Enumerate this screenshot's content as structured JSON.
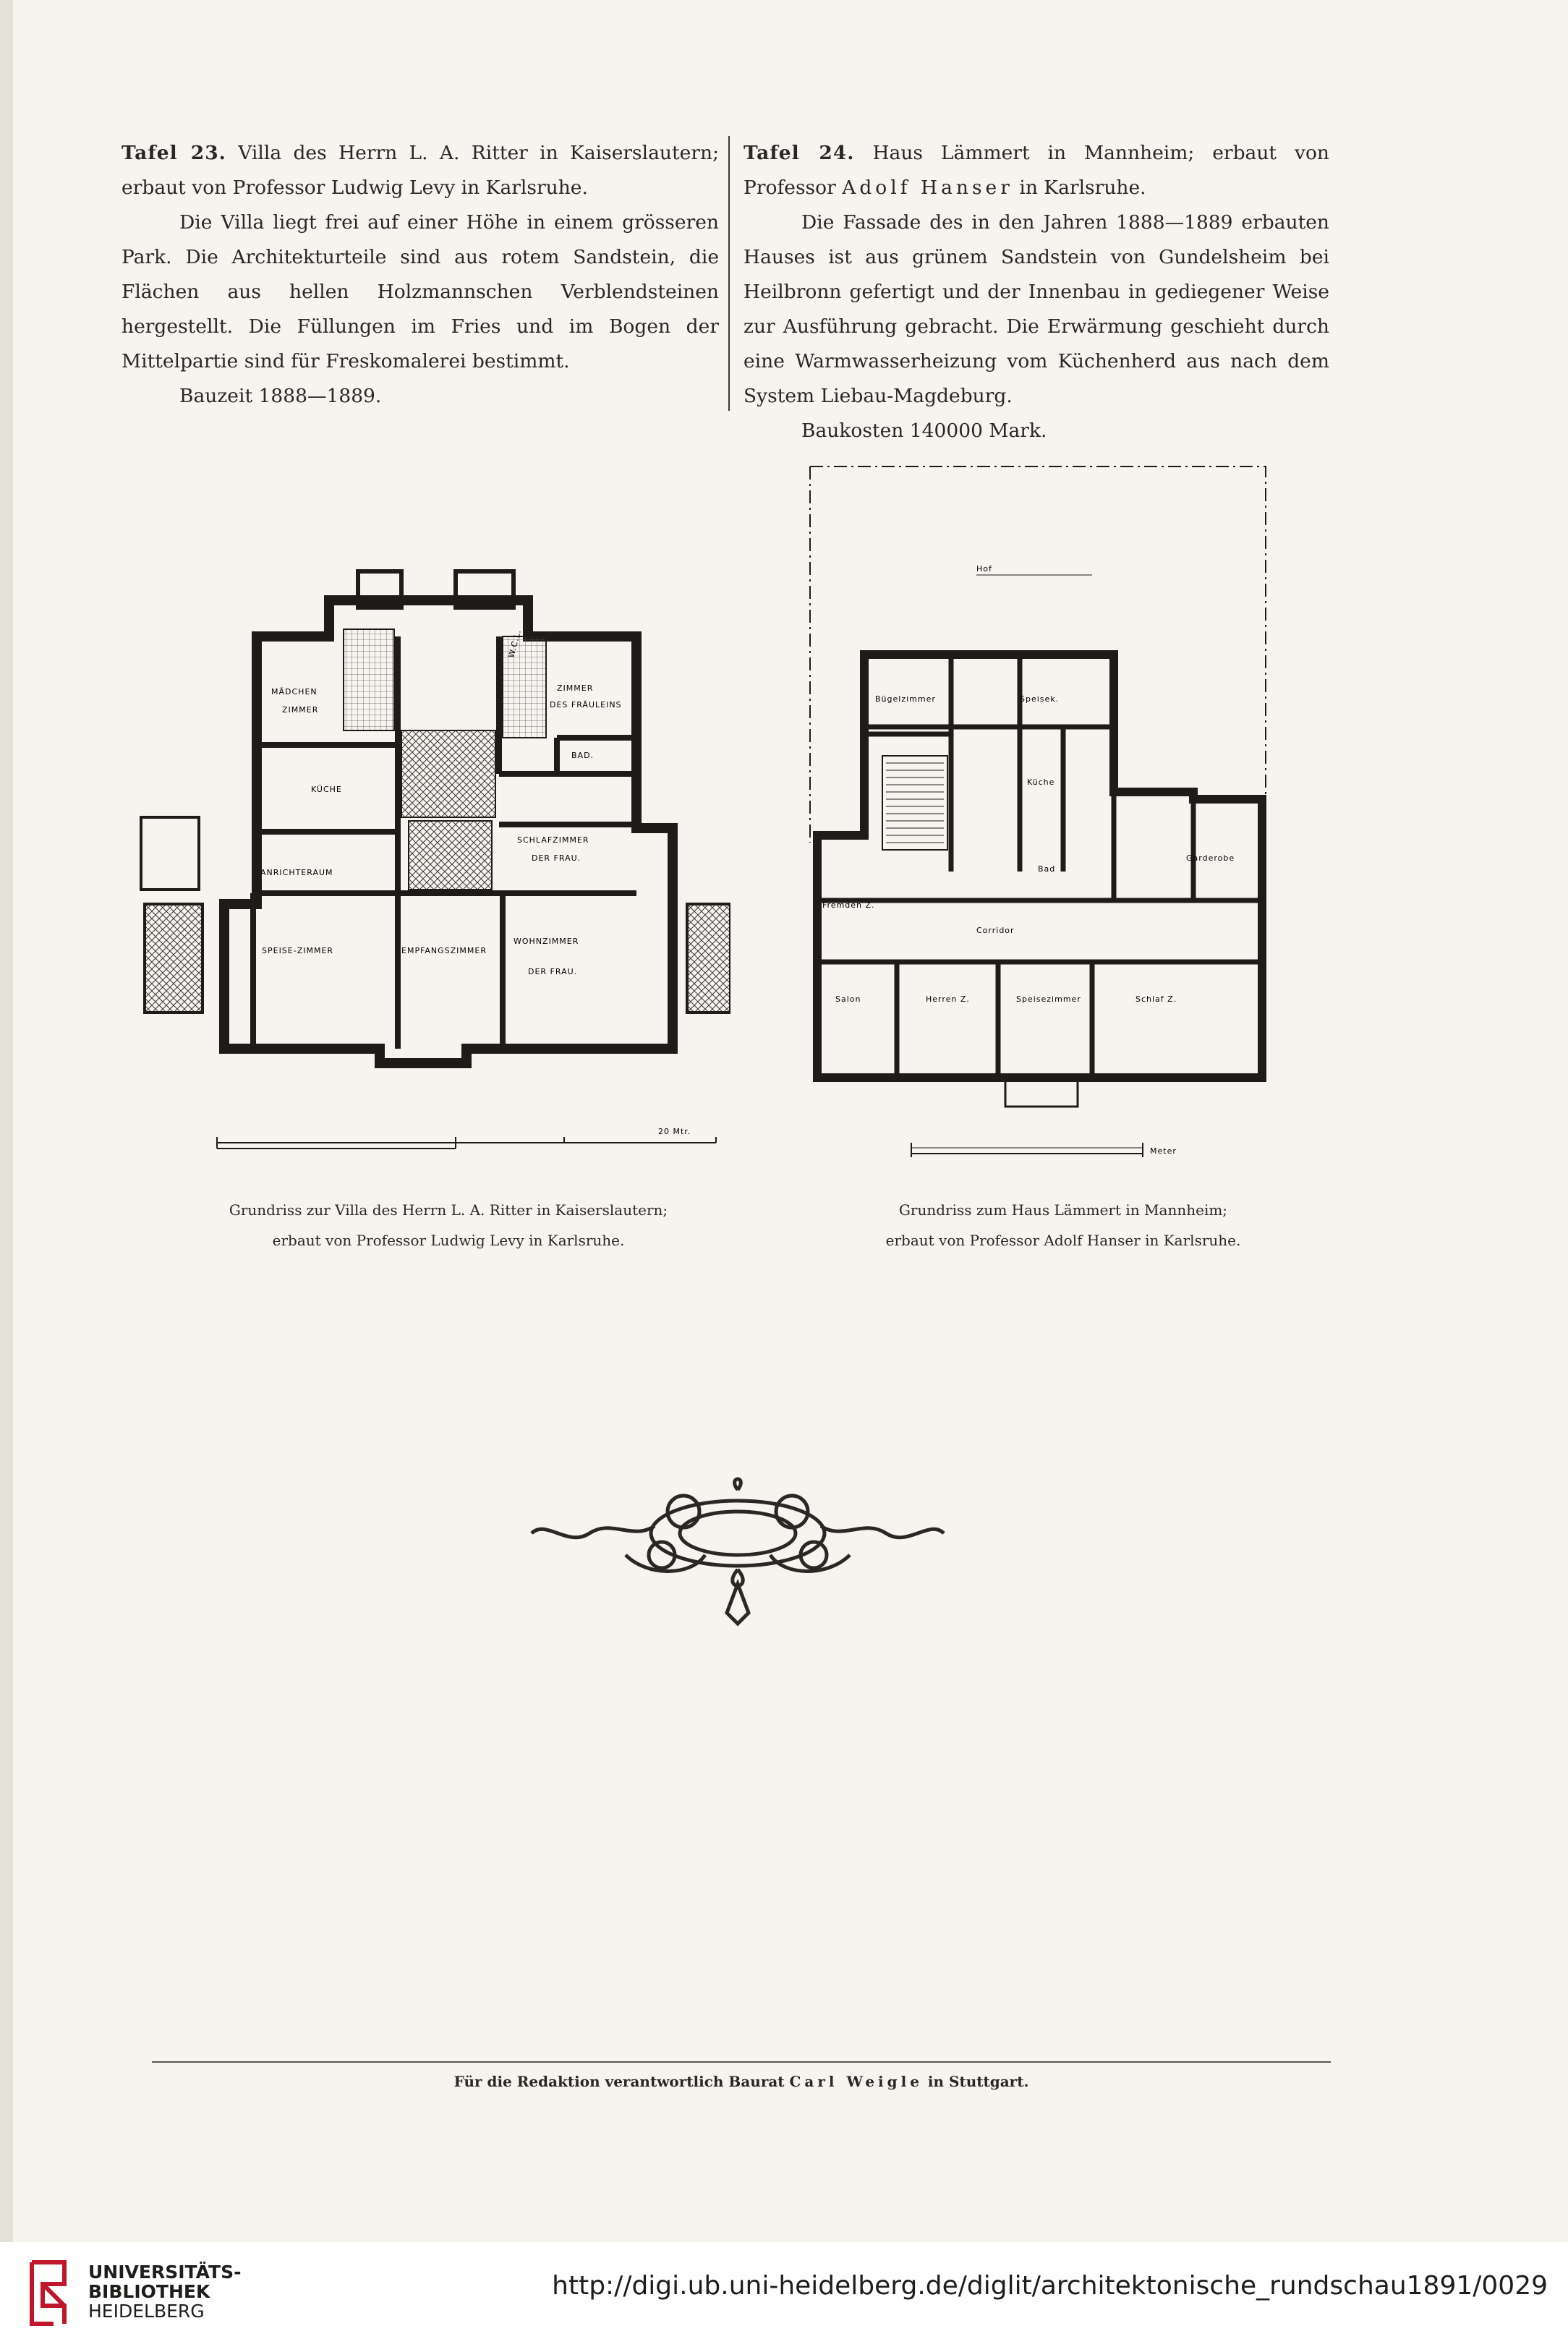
{
  "left_article": {
    "tafel": "Tafel 23.",
    "heading": "Villa des Herrn L. A. Ritter in Kaiserslautern; erbaut von Professor Ludwig Levy in Karlsruhe.",
    "paragraph": "Die Villa liegt frei auf einer Höhe in einem grösseren Park. Die Architekturteile sind aus rotem Sandstein, die Flächen aus hellen Holzmannschen Verblendsteinen hergestellt. Die Füllungen im Fries und im Bogen der Mittelpartie sind für Freskomalerei bestimmt.",
    "bauzeit": "Bauzeit 1888—1889."
  },
  "right_article": {
    "tafel": "Tafel 24.",
    "heading_pre": "Haus Lämmert in Mannheim; erbaut von Professor",
    "heading_name": "Adolf Hanser",
    "heading_post": "in Karlsruhe.",
    "paragraph": "Die Fassade des in den Jahren 1888—1889 erbauten Hauses ist aus grünem Sandstein von Gundelsheim bei Heilbronn gefertigt und der Innenbau in gediegener Weise zur Ausführung gebracht. Die Erwärmung geschieht durch eine Warmwasserheizung vom Küchenherd aus nach dem System Liebau-Magdeburg.",
    "baukosten": "Baukosten 140000 Mark."
  },
  "plan_left": {
    "rooms": {
      "maedchen": "MÄDCHEN",
      "zimmer": "ZIMMER",
      "kueche": "KÜCHE",
      "anrichte": "ANRICHTERAUM",
      "speise": "SPEISE-ZIMMER",
      "empfang": "EMPFANGSZIMMER",
      "wohn": "WOHNZIMMER",
      "der_frau": "DER FRAU.",
      "schlaf": "SCHLAFZIMMER",
      "der_frau2": "DER FRAU.",
      "zimmer_fr": "ZIMMER",
      "des_fraeuleins": "DES FRÄULEINS",
      "bad": "BAD.",
      "wcl": "W.C.L."
    },
    "scale_label": "20 Mtr."
  },
  "plan_right": {
    "rooms": {
      "hof": "Hof",
      "buegel": "Bügelzimmer",
      "speisek": "Speisek.",
      "kueche": "Küche",
      "bad": "Bad",
      "garderobe": "Garderobe",
      "fremden": "Fremden Z.",
      "corridor": "Corridor",
      "salon": "Salon",
      "herren": "Herren Z.",
      "speisezimmer": "Speisezimmer",
      "schlaf": "Schlaf Z."
    },
    "scale_label": "Meter"
  },
  "captions": {
    "left_line1": "Grundriss zur Villa des Herrn L. A. Ritter in Kaiserslautern;",
    "left_line2": "erbaut von Professor Ludwig Levy in Karlsruhe.",
    "right_line1": "Grundriss zum Haus Lämmert in Mannheim;",
    "right_line2": "erbaut von Professor Adolf Hanser in Karlsruhe."
  },
  "footer": {
    "pre": "Für die Redaktion verantwortlich Baurat",
    "name": "Carl Weigle",
    "post": "in Stuttgart."
  },
  "library": {
    "line1": "UNIVERSITÄTS-",
    "line2": "BIBLIOTHEK",
    "line3": "HEIDELBERG",
    "url": "http://digi.ub.uni-heidelberg.de/diglit/architektonische_rundschau1891/0029"
  }
}
